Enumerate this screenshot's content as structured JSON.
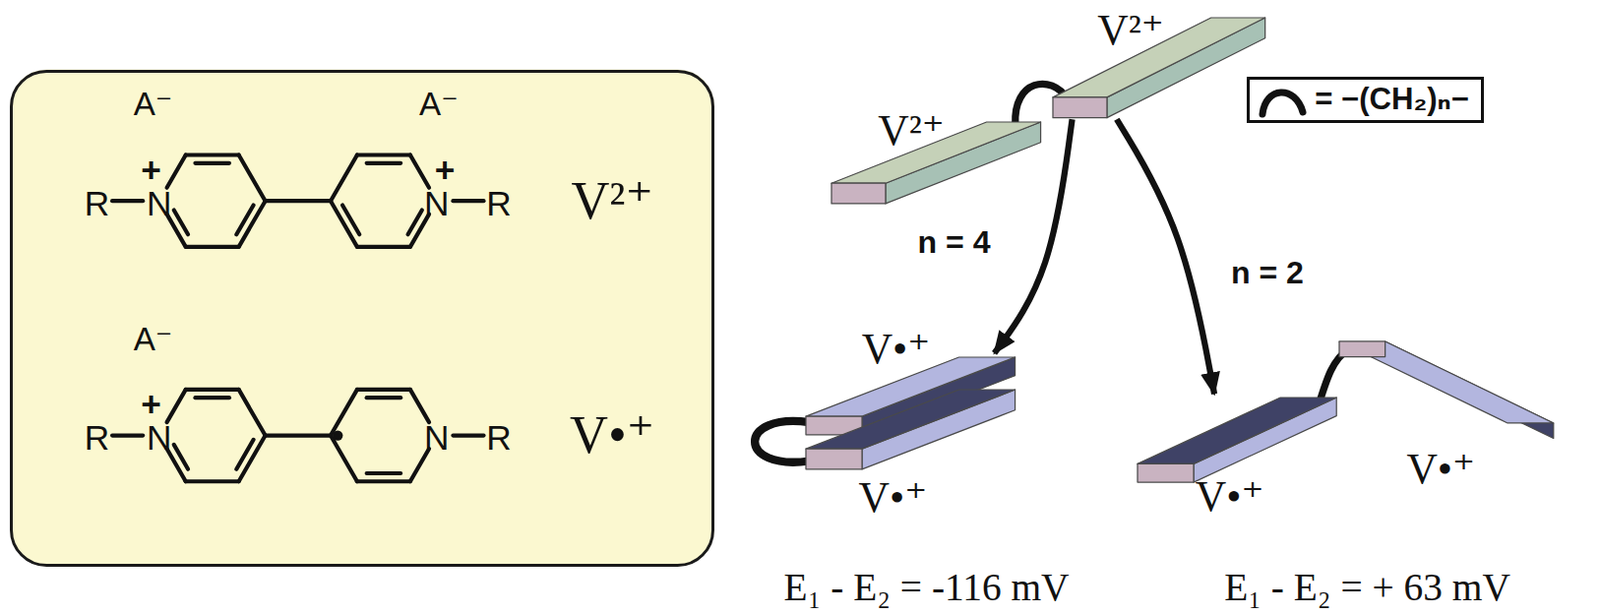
{
  "diagram": {
    "nodes": [
      {
        "text": [
          "V²⁺",
          "V•⁺"
        ]
      },
      {
        "text": [
          "V²⁺"
        ]
      },
      {
        "text": [
          "V²⁺"
        ]
      },
      {
        "text": [
          "V•⁺"
        ]
      },
      {
        "text": [
          "V•⁺"
        ]
      },
      {
        "text": [
          "V•⁺"
        ]
      },
      {
        "text": [
          "V•⁺"
        ]
      }
    ],
    "edges": [
      {
        "from": 2,
        "to": 3,
        "arrow": "to",
        "label": "n = 4"
      },
      {
        "from": 2,
        "to": 5,
        "arrow": "to",
        "label": "n = 2"
      }
    ],
    "labels": [
      "A⁻",
      "A⁻",
      "+",
      "+",
      "R",
      "N",
      "N",
      "R",
      "A⁻",
      "+",
      "R",
      "N",
      "N",
      "R",
      "E₁ - E₂ = -116 mV",
      "E₁ - E₂ = + 63 mV"
    ],
    "legend": [
      {
        "text": "= −(CH₂)ₙ−"
      }
    ]
  }
}
